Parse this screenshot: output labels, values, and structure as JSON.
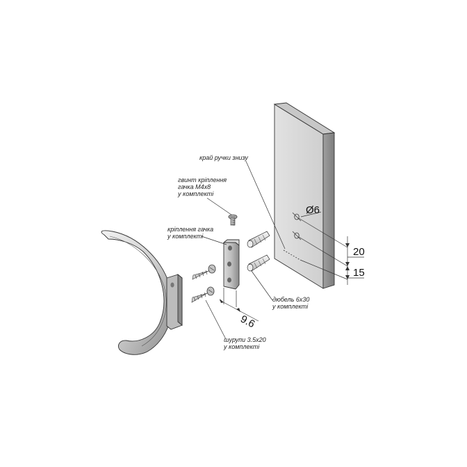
{
  "labels": {
    "handle_edge": "край ручки знизу",
    "screw_line1": "гвинт кріплення",
    "screw_line2": "гачка М4х8",
    "screw_line3": "у комплекті",
    "bracket_line1": "кріплення гачка",
    "bracket_line2": "у комплекті",
    "dowel_line1": "дюбель 6х30",
    "dowel_line2": "у комплекті",
    "screws_line1": "шурупи 3.5х20",
    "screws_line2": "у комплекті"
  },
  "dimensions": {
    "hole_diameter": "Ø6",
    "spacing_upper": "20",
    "spacing_lower": "15",
    "bracket_width": "9.6"
  }
}
